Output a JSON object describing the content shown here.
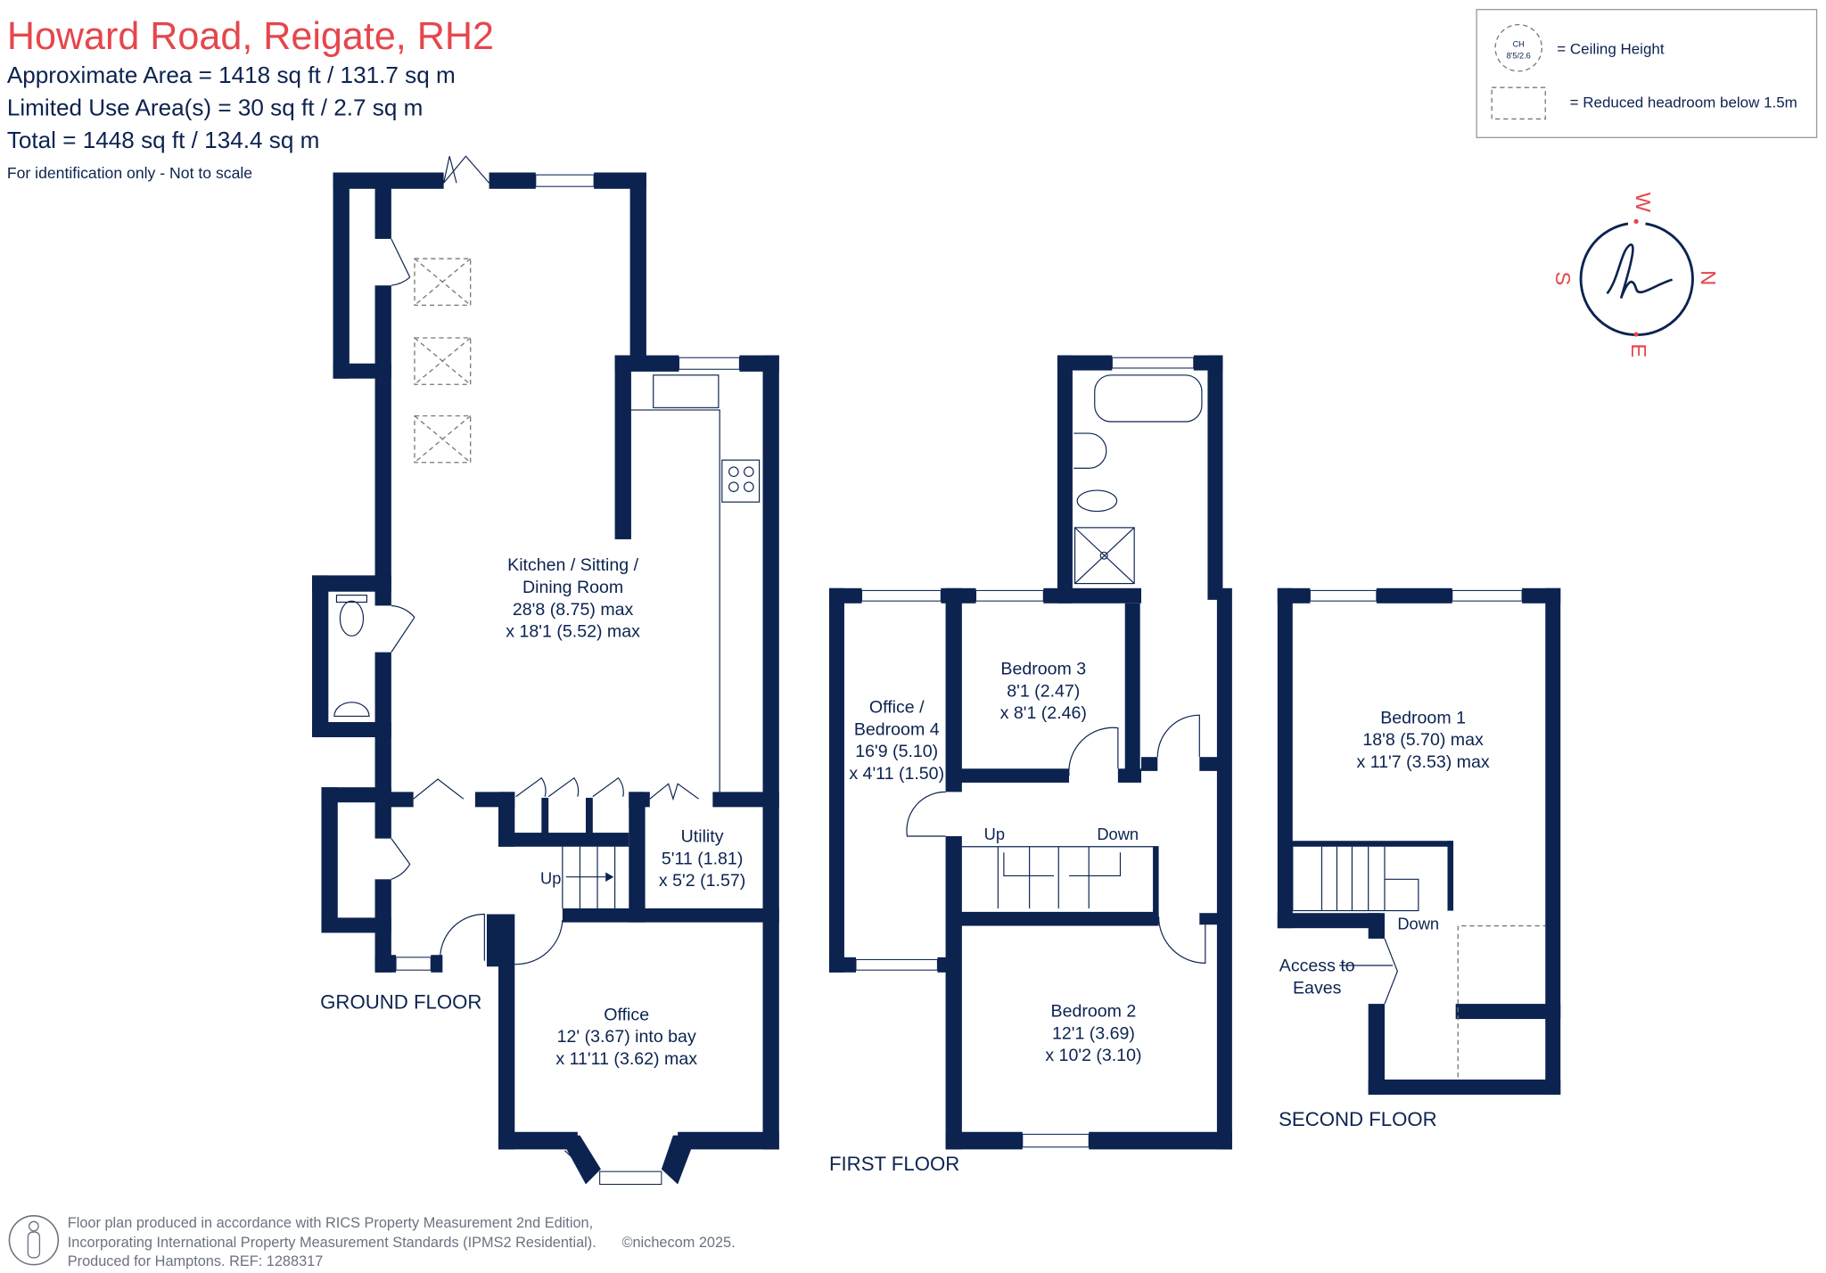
{
  "header": {
    "title": "Howard Road, Reigate, RH2",
    "approx_area": "Approximate Area = 1418 sq ft / 131.7 sq m",
    "limited_use": "Limited Use Area(s) = 30 sq ft / 2.7 sq m",
    "total": "Total = 1448 sq ft / 134.4 sq m",
    "note": "For identification only - Not to scale"
  },
  "legend": {
    "ch_top": "CH",
    "ch_value": "8'5/2.6",
    "ceiling_height": "= Ceiling Height",
    "reduced_headroom": "= Reduced headroom below 1.5m"
  },
  "compass": {
    "w": "W",
    "n": "N",
    "s": "S",
    "e": "E"
  },
  "ground_floor": {
    "label": "GROUND FLOOR",
    "kitchen": [
      "Kitchen / Sitting /",
      "Dining Room",
      "28'8 (8.75) max",
      "x 18'1 (5.52) max"
    ],
    "utility": [
      "Utility",
      "5'11 (1.81)",
      "x 5'2 (1.57)"
    ],
    "office": [
      "Office",
      "12' (3.67) into bay",
      "x 11'11 (3.62) max"
    ],
    "stairs_up": "Up"
  },
  "first_floor": {
    "label": "FIRST FLOOR",
    "bedroom4": [
      "Office /",
      "Bedroom 4",
      "16'9 (5.10)",
      "x 4'11 (1.50)"
    ],
    "bedroom3": [
      "Bedroom 3",
      "8'1 (2.47)",
      "x 8'1 (2.46)"
    ],
    "bedroom2": [
      "Bedroom 2",
      "12'1 (3.69)",
      "x 10'2 (3.10)"
    ],
    "stairs_up": "Up",
    "stairs_down": "Down"
  },
  "second_floor": {
    "label": "SECOND FLOOR",
    "bedroom1": [
      "Bedroom 1",
      "18'8 (5.70) max",
      "x 11'7 (3.53) max"
    ],
    "stairs_down": "Down",
    "eaves": [
      "Access to",
      "Eaves"
    ]
  },
  "footer": {
    "line1": "Floor plan produced in accordance with RICS Property Measurement 2nd Edition,",
    "line2": "Incorporating International Property Measurement Standards (IPMS2 Residential).",
    "copyright": "©nichecom 2025.",
    "line3": "Produced for Hamptons.  REF:  1288317"
  },
  "colors": {
    "wall": "#0c2350",
    "title": "#e6464c",
    "footer": "#6b7280"
  }
}
